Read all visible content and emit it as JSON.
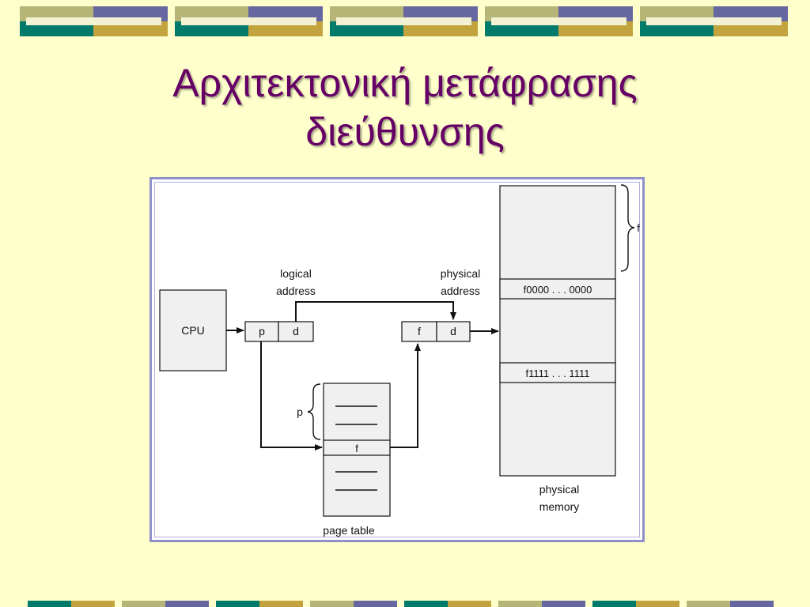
{
  "slide": {
    "title_line1": "Αρχιτεκτονική μετάφρασης",
    "title_line2": "διεύθυνσης"
  },
  "diagram": {
    "cpu_label": "CPU",
    "logical_address_line1": "logical",
    "logical_address_line2": "address",
    "physical_address_line1": "physical",
    "physical_address_line2": "address",
    "logical_p": "p",
    "logical_d": "d",
    "physical_f": "f",
    "physical_d": "d",
    "page_table_p": "p",
    "page_table_f": "f",
    "page_table_label": "page table",
    "memory_f_brace": "f",
    "memory_row_start": "f0000 . . . 0000",
    "memory_row_end": "f1111 . . . 1111",
    "physical_memory_line1": "physical",
    "physical_memory_line2": "memory"
  },
  "colors": {
    "title": "#660066",
    "background": "#ffffcc",
    "box_fill": "#f0f0f0",
    "frame": "#8f8fc9",
    "bar_olive": "#b5b577",
    "bar_slate": "#6666a0",
    "bar_teal": "#007a6a",
    "bar_gold": "#c2a33e"
  }
}
